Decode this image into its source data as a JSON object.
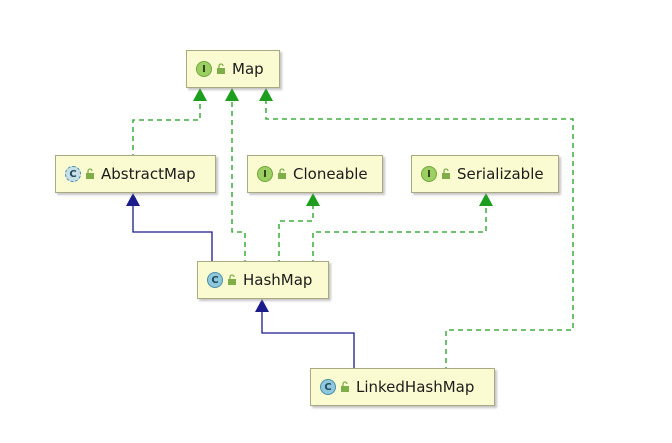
{
  "nodes": {
    "map": {
      "name": "Map",
      "kind": "I"
    },
    "abstractmap": {
      "name": "AbstractMap",
      "kind": "C"
    },
    "cloneable": {
      "name": "Cloneable",
      "kind": "I"
    },
    "serializable": {
      "name": "Serializable",
      "kind": "I"
    },
    "hashmap": {
      "name": "HashMap",
      "kind": "C"
    },
    "linkedhashmap": {
      "name": "LinkedHashMap",
      "kind": "C"
    }
  },
  "colors": {
    "implements_line": "#1e9e1e",
    "extends_line": "#1b1b8a",
    "node_fill": "#fbfbd1",
    "interface_icon": "#9bcf61",
    "class_icon": "#8fc8dc"
  },
  "relations": [
    {
      "from": "abstractmap",
      "to": "map",
      "type": "implements"
    },
    {
      "from": "hashmap",
      "to": "map",
      "type": "implements"
    },
    {
      "from": "linkedhashmap",
      "to": "map",
      "type": "implements"
    },
    {
      "from": "hashmap",
      "to": "abstractmap",
      "type": "extends"
    },
    {
      "from": "hashmap",
      "to": "cloneable",
      "type": "implements"
    },
    {
      "from": "hashmap",
      "to": "serializable",
      "type": "implements"
    },
    {
      "from": "linkedhashmap",
      "to": "hashmap",
      "type": "extends"
    }
  ]
}
